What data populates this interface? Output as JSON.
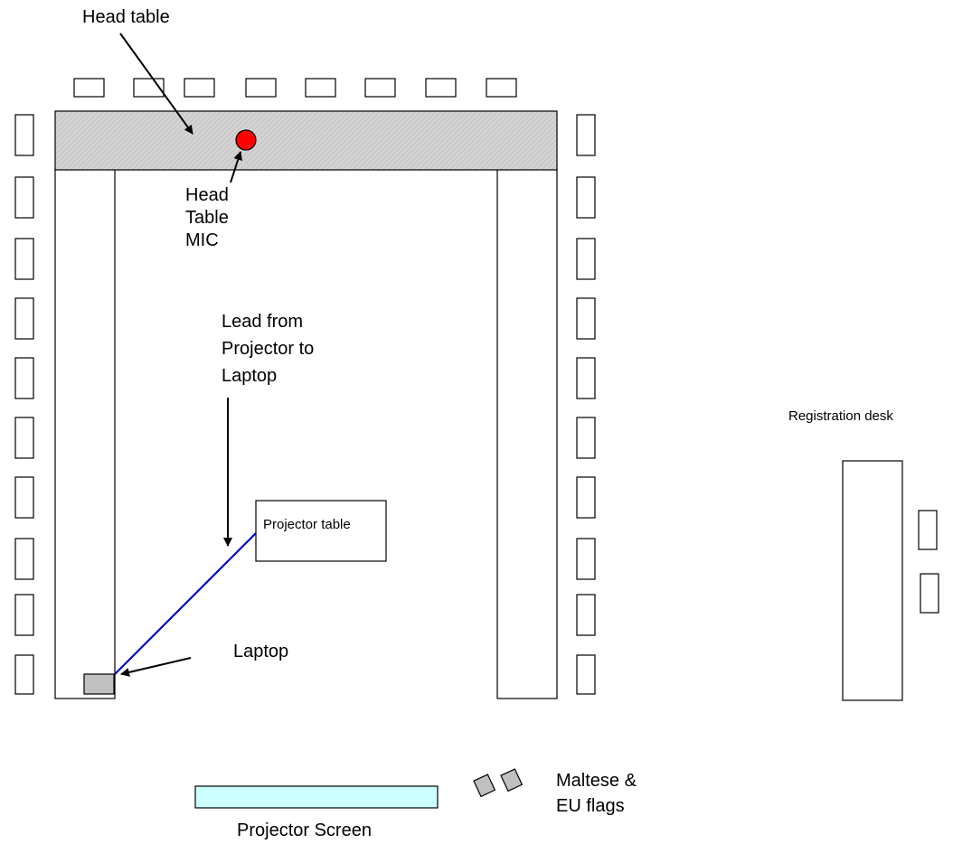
{
  "labels": {
    "head_table": "Head table",
    "head_table_mic": [
      "Head",
      "Table",
      "MIC"
    ],
    "lead": [
      "Lead from",
      "Projector to",
      "Laptop"
    ],
    "projector_table": "Projector table",
    "laptop": "Laptop",
    "registration_desk": "Registration desk",
    "projector_screen": "Projector Screen",
    "flags": [
      "Maltese &",
      "EU flags"
    ]
  },
  "colors": {
    "head_table_fill": "#c8c8c8",
    "mic": "#ff0000",
    "cable": "#0000cc",
    "laptop": "#c0c0c0",
    "screen": "#ccffff",
    "flags": "#c0c0c0"
  }
}
